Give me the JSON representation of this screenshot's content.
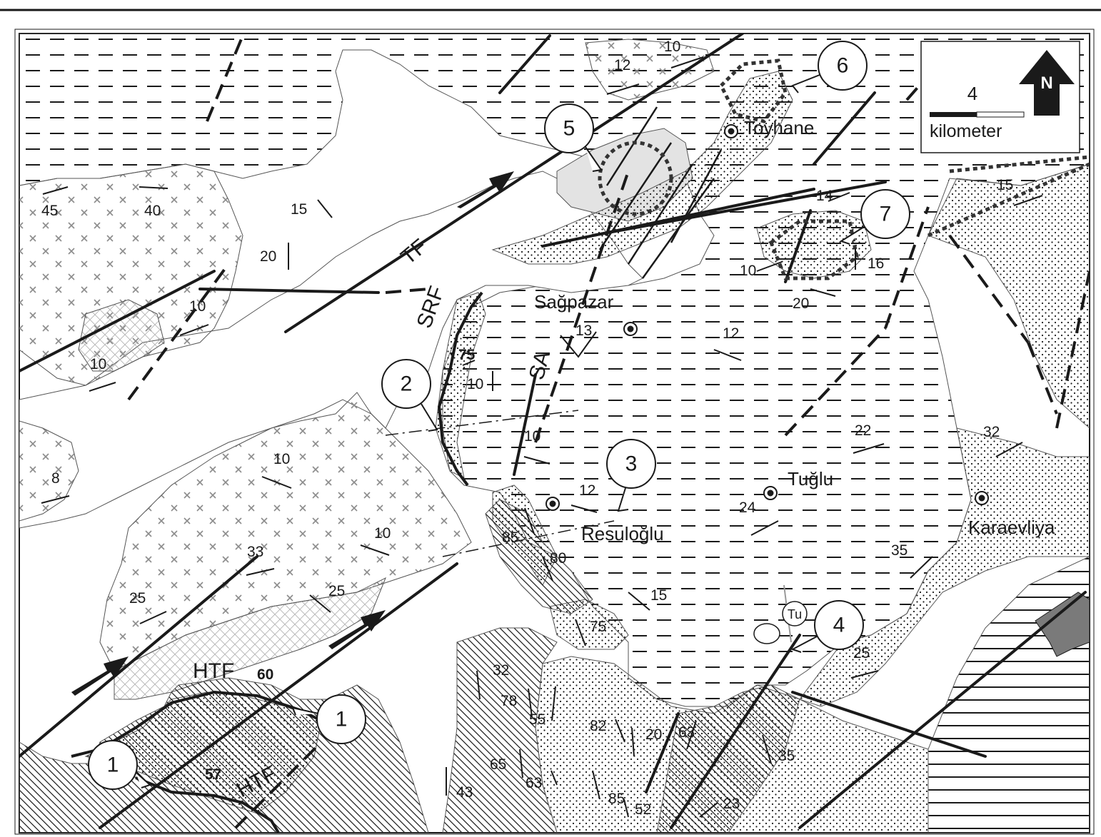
{
  "towns": [
    "Toyhane",
    "Sağpazar",
    "Tuğlu",
    "Resuloğlu",
    "Karaevliya"
  ],
  "fault_labels": [
    "TF",
    "SRF",
    "SA",
    "HTF",
    "HTF"
  ],
  "site_numbers": [
    "5",
    "6",
    "7",
    "2",
    "3",
    "4",
    "1",
    "1"
  ],
  "dip_values": [
    "10",
    "12",
    "45",
    "40",
    "15",
    "20",
    "10",
    "10",
    "8",
    "14",
    "15",
    "16",
    "10",
    "20",
    "13",
    "12",
    "75",
    "10",
    "10",
    "10",
    "22",
    "32",
    "12",
    "24",
    "85",
    "80",
    "10",
    "33",
    "25",
    "25",
    "35",
    "15",
    "75",
    "25",
    "32",
    "78",
    "55",
    "82",
    "20",
    "63",
    "35",
    "65",
    "63",
    "43",
    "85",
    "52",
    "23",
    "60",
    "57"
  ],
  "scale_bar": {
    "value": "4",
    "unit": "kilometer"
  },
  "north_arrow": "N",
  "fossil_symbol": "Tu",
  "colors": {
    "line": "#1a1a1a",
    "pattern_gray": "#8c8c8c",
    "shaded_area": "#e3e3e3",
    "dark_fill": "#7a7a7a"
  }
}
